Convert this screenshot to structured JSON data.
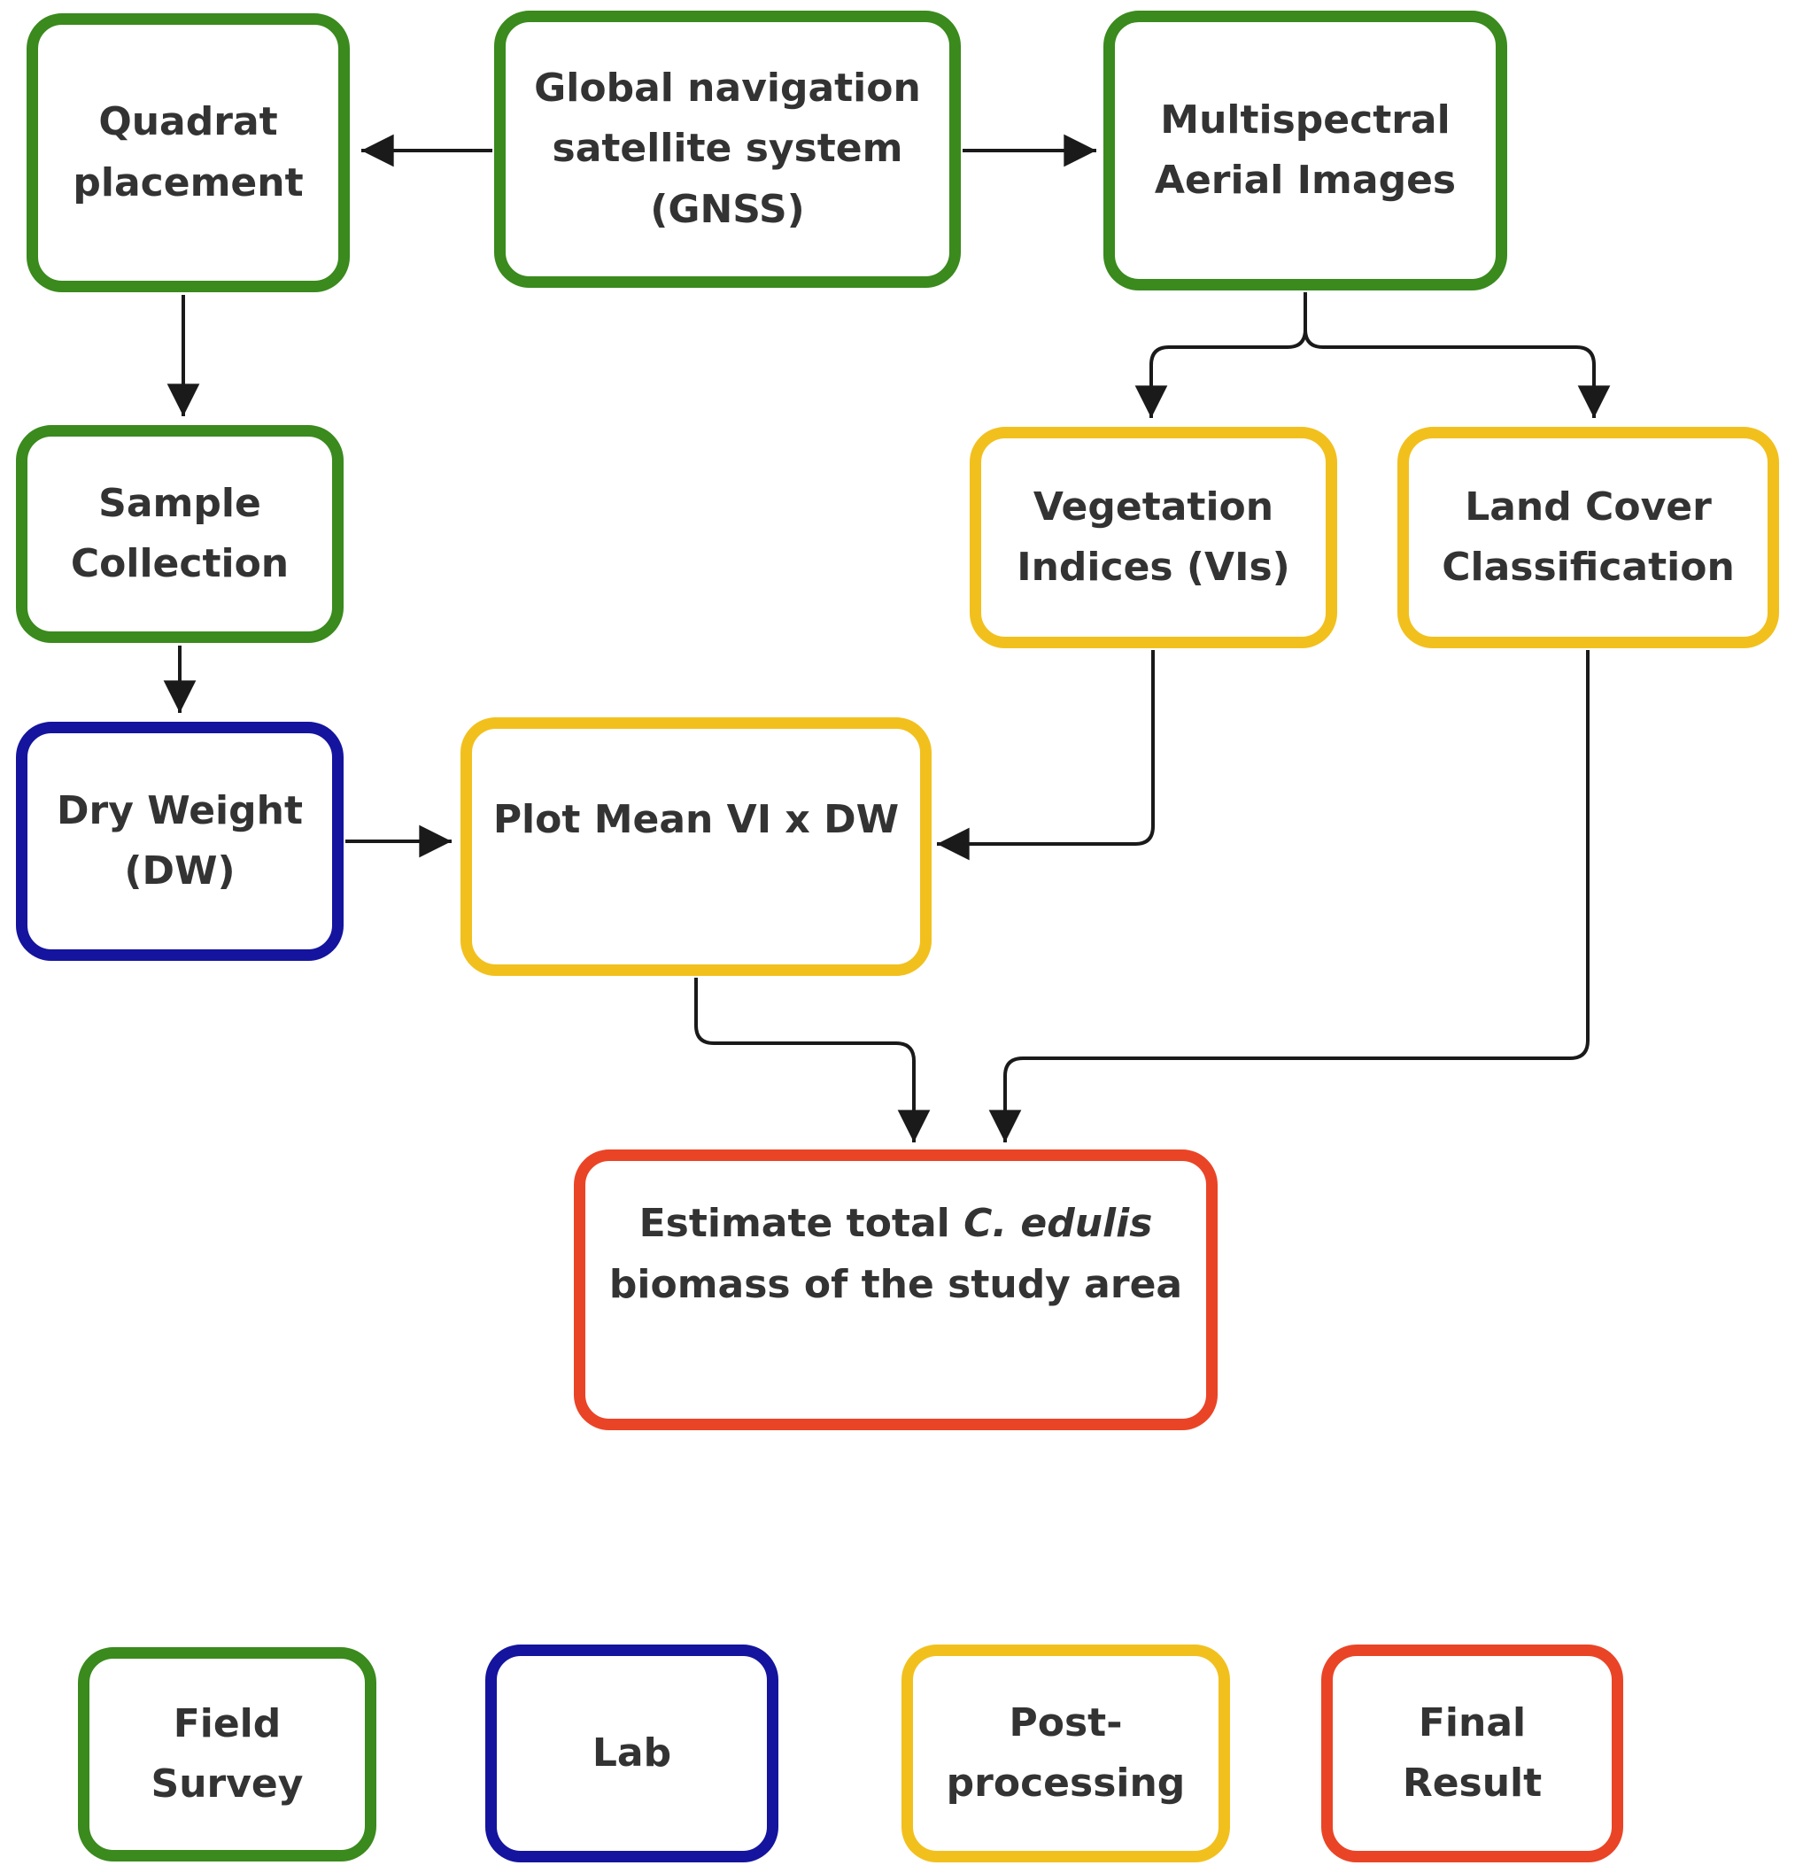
{
  "diagram": {
    "nodes": {
      "quadrat": {
        "lines": [
          "Quadrat",
          "placement"
        ],
        "category": "field-survey"
      },
      "gnss": {
        "lines": [
          "Global navigation",
          "satellite system",
          "(GNSS)"
        ],
        "category": "field-survey"
      },
      "multispectral": {
        "lines": [
          "Multispectral",
          "Aerial Images"
        ],
        "category": "field-survey"
      },
      "sample": {
        "lines": [
          "Sample",
          "Collection"
        ],
        "category": "field-survey"
      },
      "vegetation": {
        "lines": [
          "Vegetation",
          "Indices (VIs)"
        ],
        "category": "post-processing"
      },
      "landcover": {
        "lines": [
          "Land Cover",
          "Classification"
        ],
        "category": "post-processing"
      },
      "dryweight": {
        "lines": [
          "Dry Weight",
          "(DW)"
        ],
        "category": "lab"
      },
      "plotmean": {
        "lines": [
          "Plot Mean VI x DW"
        ],
        "category": "post-processing"
      },
      "estimate": {
        "line1_prefix": "Estimate total ",
        "line1_italic": "C. edulis",
        "line2": "biomass of the study area",
        "category": "final-result"
      }
    },
    "edges": [
      {
        "from": "gnss",
        "to": "quadrat"
      },
      {
        "from": "gnss",
        "to": "multispectral"
      },
      {
        "from": "quadrat",
        "to": "sample"
      },
      {
        "from": "sample",
        "to": "dryweight"
      },
      {
        "from": "dryweight",
        "to": "plotmean"
      },
      {
        "from": "multispectral",
        "to": "vegetation"
      },
      {
        "from": "multispectral",
        "to": "landcover"
      },
      {
        "from": "vegetation",
        "to": "plotmean"
      },
      {
        "from": "plotmean",
        "to": "estimate"
      },
      {
        "from": "landcover",
        "to": "estimate"
      }
    ],
    "legend": [
      {
        "lines": [
          "Field",
          "Survey"
        ],
        "category": "field-survey"
      },
      {
        "lines": [
          "Lab"
        ],
        "category": "lab"
      },
      {
        "lines": [
          "Post-",
          "processing"
        ],
        "category": "post-processing"
      },
      {
        "lines": [
          "Final",
          "Result"
        ],
        "category": "final-result"
      }
    ],
    "colors": {
      "field_survey": "#3a8a1d",
      "lab": "#14149e",
      "post_processing": "#f2c01d",
      "final_result": "#ea4426",
      "connector": "#1a1a1a",
      "text": "#333333",
      "background": "#ffffff"
    }
  }
}
